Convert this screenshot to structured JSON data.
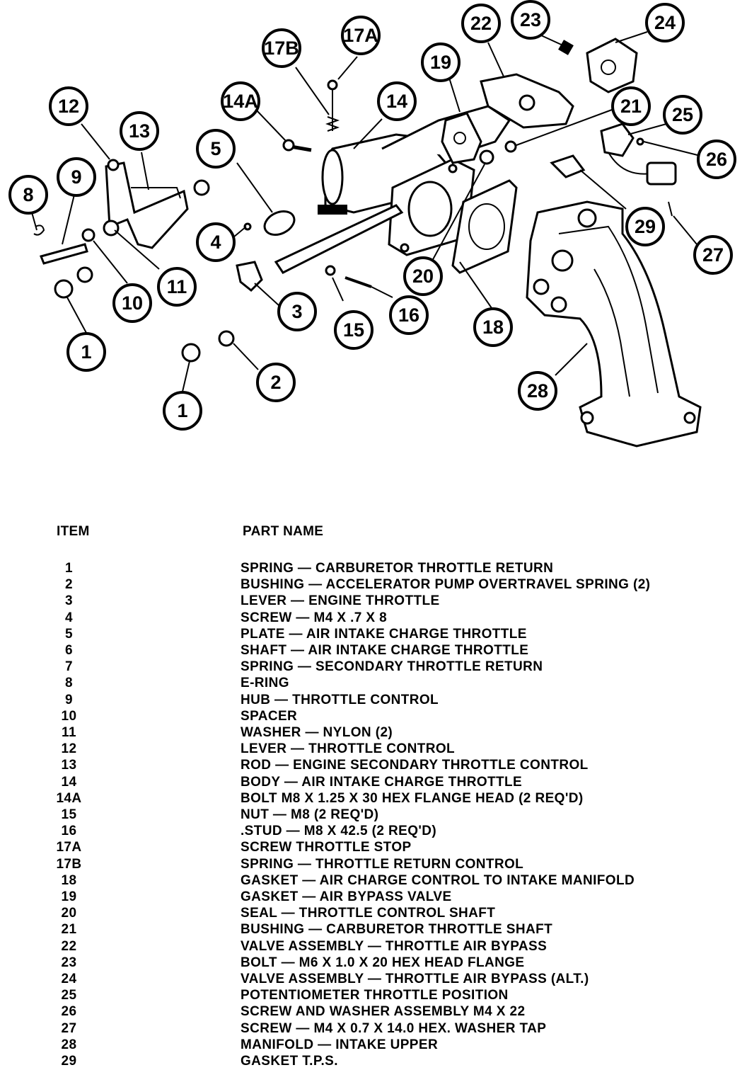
{
  "table": {
    "header_item": "ITEM",
    "header_part_name": "PART NAME",
    "rows": [
      {
        "item": "1",
        "name": "SPRING — CARBURETOR THROTTLE RETURN"
      },
      {
        "item": "2",
        "name": "BUSHING — ACCELERATOR PUMP OVERTRAVEL SPRING (2)"
      },
      {
        "item": "3",
        "name": "LEVER — ENGINE THROTTLE"
      },
      {
        "item": "4",
        "name": "SCREW — M4 X .7 X 8"
      },
      {
        "item": "5",
        "name": "PLATE — AIR INTAKE CHARGE THROTTLE"
      },
      {
        "item": "6",
        "name": "SHAFT — AIR INTAKE CHARGE THROTTLE"
      },
      {
        "item": "7",
        "name": "SPRING — SECONDARY THROTTLE RETURN"
      },
      {
        "item": "8",
        "name": "E-RING"
      },
      {
        "item": "9",
        "name": "HUB — THROTTLE CONTROL"
      },
      {
        "item": "10",
        "name": "SPACER"
      },
      {
        "item": "11",
        "name": "WASHER — NYLON (2)"
      },
      {
        "item": "12",
        "name": "LEVER — THROTTLE CONTROL"
      },
      {
        "item": "13",
        "name": "ROD — ENGINE SECONDARY THROTTLE CONTROL"
      },
      {
        "item": "14",
        "name": "BODY — AIR INTAKE CHARGE THROTTLE"
      },
      {
        "item": "14A",
        "name": "BOLT M8 X 1.25 X 30 HEX FLANGE HEAD (2 REQ'D)"
      },
      {
        "item": "15",
        "name": "NUT — M8 (2 REQ'D)"
      },
      {
        "item": "16",
        "name": ".STUD — M8 X 42.5 (2 REQ'D)"
      },
      {
        "item": "17A",
        "name": "SCREW THROTTLE STOP"
      },
      {
        "item": "17B",
        "name": "SPRING — THROTTLE RETURN CONTROL"
      },
      {
        "item": "18",
        "name": "GASKET — AIR CHARGE CONTROL TO INTAKE MANIFOLD"
      },
      {
        "item": "19",
        "name": "GASKET — AIR BYPASS VALVE"
      },
      {
        "item": "20",
        "name": "SEAL — THROTTLE CONTROL SHAFT"
      },
      {
        "item": "21",
        "name": "BUSHING — CARBURETOR THROTTLE SHAFT"
      },
      {
        "item": "22",
        "name": "VALVE ASSEMBLY — THROTTLE AIR BYPASS"
      },
      {
        "item": "23",
        "name": "BOLT — M6 X 1.0 X 20 HEX HEAD FLANGE"
      },
      {
        "item": "24",
        "name": "VALVE ASSEMBLY — THROTTLE AIR BYPASS (ALT.)"
      },
      {
        "item": "25",
        "name": "POTENTIOMETER THROTTLE POSITION"
      },
      {
        "item": "26",
        "name": "SCREW AND WASHER ASSEMBLY M4 X 22"
      },
      {
        "item": "27",
        "name": "SCREW — M4 X 0.7 X 14.0 HEX. WASHER TAP"
      },
      {
        "item": "28",
        "name": "MANIFOLD — INTAKE UPPER"
      },
      {
        "item": "29",
        "name": "GASKET T.P.S."
      }
    ]
  },
  "callouts": [
    "1",
    "1",
    "2",
    "3",
    "4",
    "5",
    "8",
    "9",
    "10",
    "11",
    "12",
    "13",
    "14",
    "14A",
    "15",
    "16",
    "17A",
    "17B",
    "18",
    "19",
    "20",
    "21",
    "22",
    "23",
    "24",
    "25",
    "26",
    "27",
    "28",
    "29"
  ]
}
